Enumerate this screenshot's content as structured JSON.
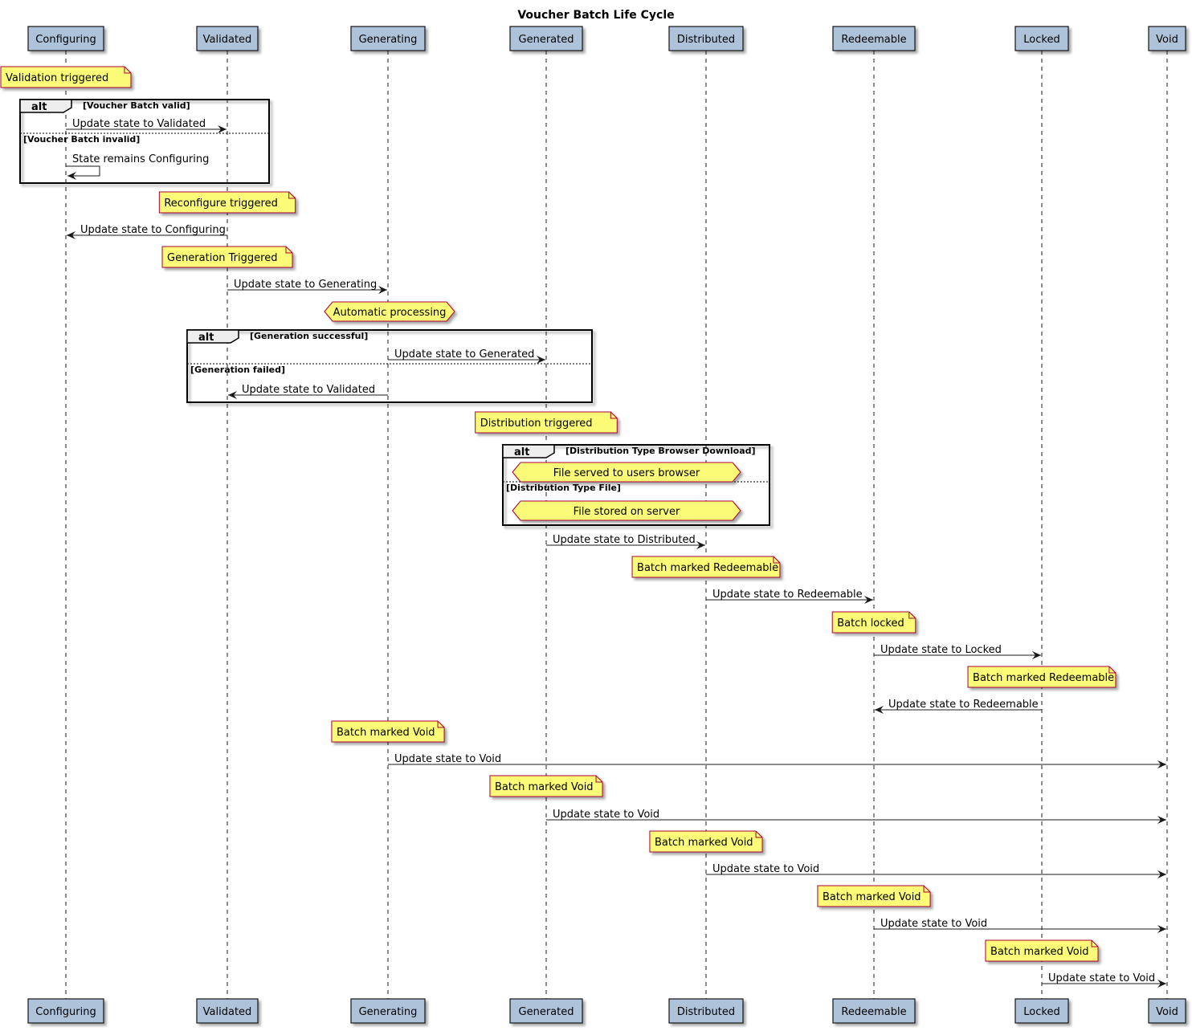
{
  "title": "Voucher Batch Life Cycle",
  "participants": [
    "Configuring",
    "Validated",
    "Generating",
    "Generated",
    "Distributed",
    "Redeemable",
    "Locked",
    "Void"
  ],
  "colors": {
    "participant_fill": "#aec2da",
    "note_fill": "#fbfb77",
    "note_border": "#a80036",
    "line": "#181818"
  },
  "steps": [
    {
      "type": "note",
      "text": "Validation triggered"
    },
    {
      "type": "alt_start",
      "keyword": "alt",
      "guard": "[Voucher Batch valid]"
    },
    {
      "type": "message",
      "from": "Configuring",
      "to": "Validated",
      "text": "Update state to Validated"
    },
    {
      "type": "alt_else",
      "guard": "[Voucher Batch invalid]"
    },
    {
      "type": "self",
      "from": "Configuring",
      "text": "State remains Configuring"
    },
    {
      "type": "alt_end"
    },
    {
      "type": "note",
      "text": "Reconfigure triggered"
    },
    {
      "type": "message",
      "from": "Validated",
      "to": "Configuring",
      "text": "Update state to Configuring"
    },
    {
      "type": "note",
      "text": "Generation Triggered"
    },
    {
      "type": "message",
      "from": "Validated",
      "to": "Generating",
      "text": "Update state to Generating"
    },
    {
      "type": "hexnote",
      "text": "Automatic processing"
    },
    {
      "type": "alt_start",
      "keyword": "alt",
      "guard": "[Generation successful]"
    },
    {
      "type": "message",
      "from": "Generating",
      "to": "Generated",
      "text": "Update state to Generated"
    },
    {
      "type": "alt_else",
      "guard": "[Generation failed]"
    },
    {
      "type": "message",
      "from": "Generating",
      "to": "Validated",
      "text": "Update state to Validated"
    },
    {
      "type": "alt_end"
    },
    {
      "type": "note",
      "text": "Distribution triggered"
    },
    {
      "type": "alt_start",
      "keyword": "alt",
      "guard": "[Distribution Type Browser Download]"
    },
    {
      "type": "hexnote",
      "text": "File served to users browser"
    },
    {
      "type": "alt_else",
      "guard": "[Distribution Type File]"
    },
    {
      "type": "hexnote",
      "text": "File stored on server"
    },
    {
      "type": "alt_end"
    },
    {
      "type": "message",
      "from": "Generated",
      "to": "Distributed",
      "text": "Update state to Distributed"
    },
    {
      "type": "note",
      "text": "Batch marked Redeemable"
    },
    {
      "type": "message",
      "from": "Distributed",
      "to": "Redeemable",
      "text": "Update state to Redeemable"
    },
    {
      "type": "note",
      "text": "Batch locked"
    },
    {
      "type": "message",
      "from": "Redeemable",
      "to": "Locked",
      "text": "Update state to Locked"
    },
    {
      "type": "note",
      "text": "Batch marked Redeemable"
    },
    {
      "type": "message",
      "from": "Locked",
      "to": "Redeemable",
      "text": "Update state to Redeemable"
    },
    {
      "type": "note",
      "text": "Batch marked Void"
    },
    {
      "type": "message",
      "from": "Generating",
      "to": "Void",
      "text": "Update state to Void"
    },
    {
      "type": "note",
      "text": "Batch marked Void"
    },
    {
      "type": "message",
      "from": "Generated",
      "to": "Void",
      "text": "Update state to Void"
    },
    {
      "type": "note",
      "text": "Batch marked Void"
    },
    {
      "type": "message",
      "from": "Distributed",
      "to": "Void",
      "text": "Update state to Void"
    },
    {
      "type": "note",
      "text": "Batch marked Void"
    },
    {
      "type": "message",
      "from": "Redeemable",
      "to": "Void",
      "text": "Update state to Void"
    },
    {
      "type": "note",
      "text": "Batch marked Void"
    },
    {
      "type": "message",
      "from": "Locked",
      "to": "Void",
      "text": "Update state to Void"
    }
  ]
}
